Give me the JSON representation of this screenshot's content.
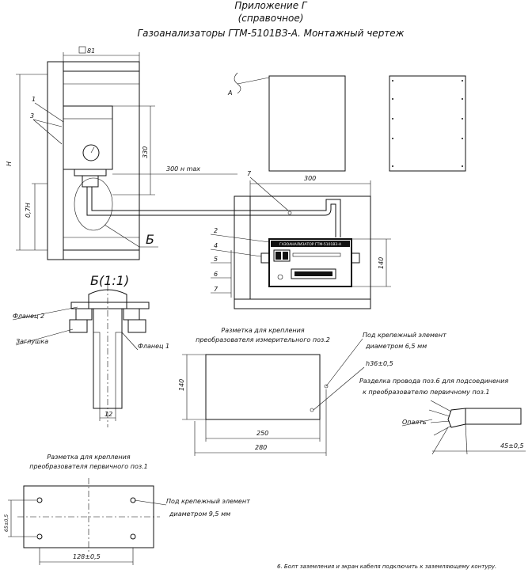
{
  "header": {
    "line1": "Приложение Г",
    "line2": "(справочное)",
    "title": "Газоанализаторы ГТМ-5101ВЗ-А. Монтажный чертеж"
  },
  "callouts": {
    "n1": "1",
    "n2": "2",
    "n3": "3",
    "n4": "4",
    "n5": "5",
    "n6": "6",
    "n7": "7",
    "n7b": "7",
    "view_a": "А",
    "section_b": "Б",
    "section_b_title": "Б(1:1)"
  },
  "dimensions": {
    "d81": "81",
    "h": "H",
    "h07": "0,7H",
    "d330": "330",
    "d300max": "300 н max",
    "d300": "300",
    "d140": "140",
    "d140b": "140",
    "d12": "12",
    "d250": "250",
    "d280": "280",
    "r3645": "h36±0,5",
    "d45": "45±0,5",
    "d128": "128±0,5",
    "d65": "65±0,5"
  },
  "device": {
    "panel_label": "ГАЗОАНАЛИЗАТОР ГТМ-5101ВЗ-А"
  },
  "section_labels": {
    "flange2": "Фланец 2",
    "plug": "Заглушка",
    "flange1": "Фланец 1"
  },
  "notes": {
    "markup_measuring": [
      "Разметка для крепления",
      "преобразователя измерительного поз.2"
    ],
    "fastener_65": [
      "Под крепежный элемент",
      "диаметром 6,5 мм"
    ],
    "wire_cut": [
      "Разделка провода поз.6 для подсоединения",
      "к преобразователю первичному поз.1"
    ],
    "solder": "Опаять",
    "markup_primary": [
      "Разметка для крепления",
      "преобразователя первичного поз.1"
    ],
    "fastener_95": [
      "Под крепежный элемент",
      "диаметром 9,5 мм"
    ],
    "footnote": "6. Болт заземления и экран кабеля подключить к заземляющему контуру."
  }
}
